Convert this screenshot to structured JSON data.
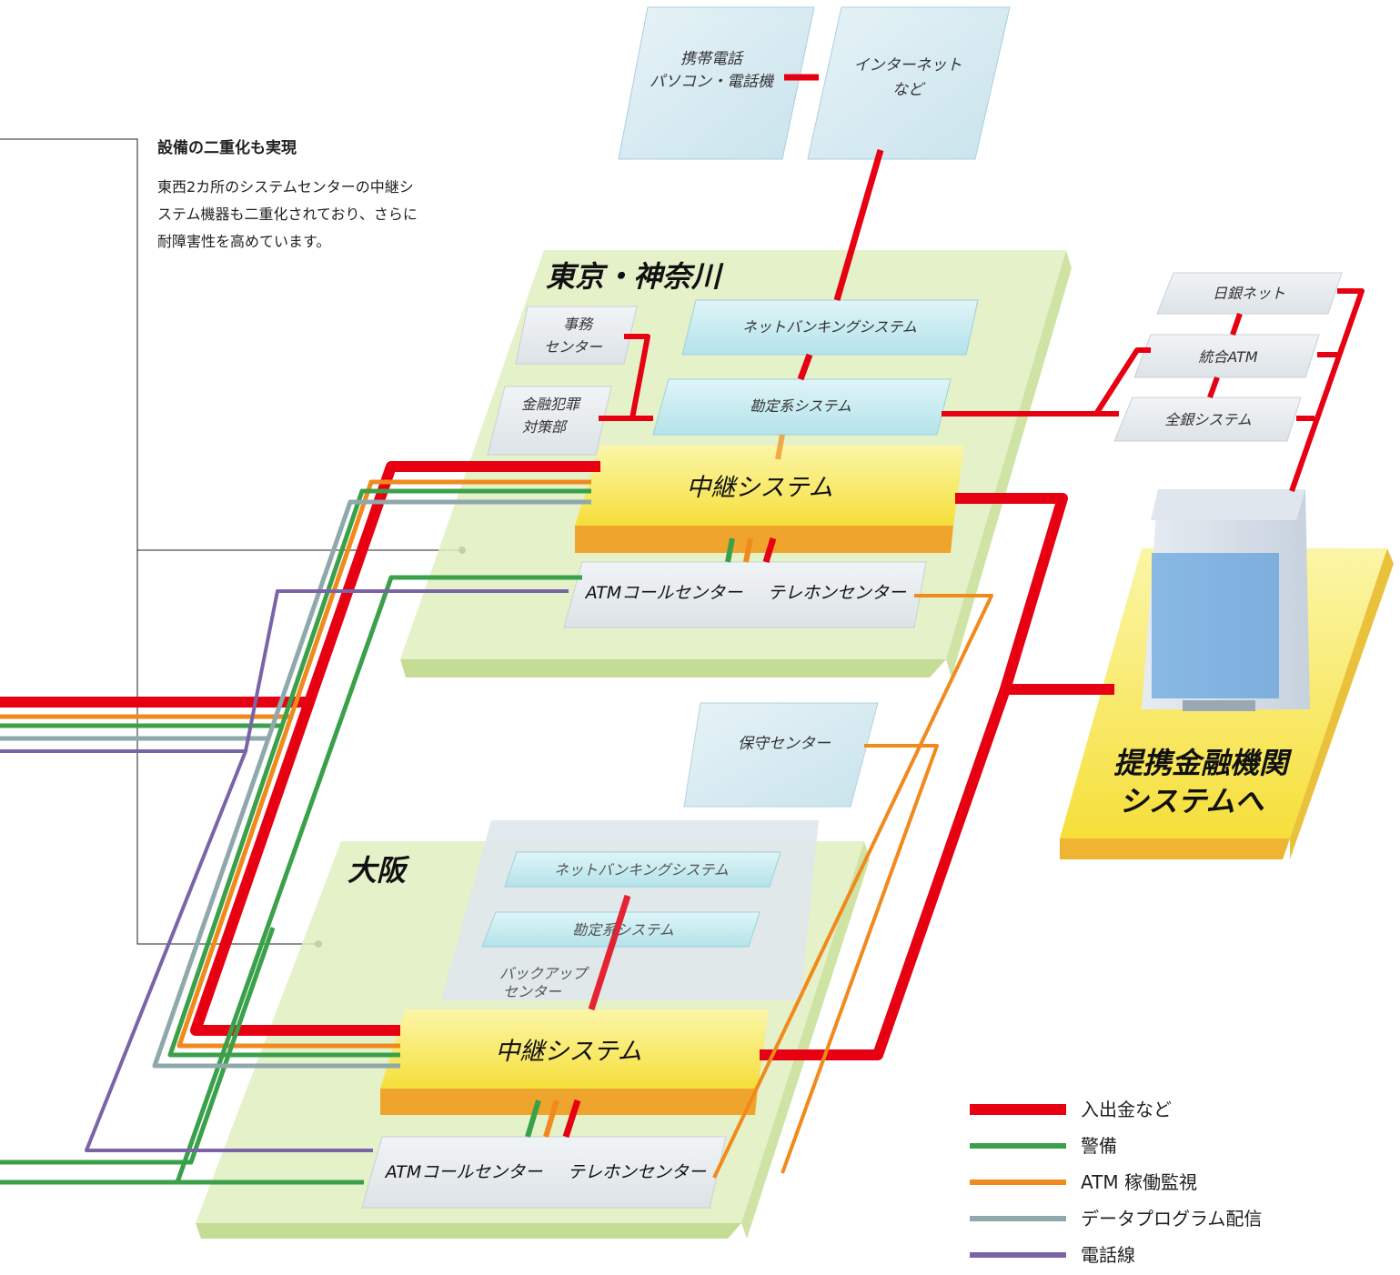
{
  "note": {
    "title": "設備の二重化も実現",
    "lines": [
      "東西2カ所のシステムセンターの中継シ",
      "ステム機器も二重化されており、さらに",
      "耐障害性を高めています。"
    ]
  },
  "top_boxes": {
    "mobile": [
      "携帯電話",
      "パソコン・電話機"
    ],
    "internet": [
      "インターネット",
      "など"
    ]
  },
  "tokyo": {
    "region_label": "東京・神奈川",
    "net_banking": "ネットバンキングシステム",
    "accounting": "勘定系システム",
    "office_center": [
      "事務",
      "センター"
    ],
    "fraud_dept": [
      "金融犯罪",
      "対策部"
    ],
    "relay": "中継システム",
    "atm_call": "ATMコールセンター",
    "telephone": "テレホンセンター"
  },
  "osaka": {
    "region_label": "大阪",
    "net_banking": "ネットバンキングシステム",
    "accounting": "勘定系システム",
    "backup": [
      "バックアップ",
      "センター"
    ],
    "relay": "中継システム",
    "atm_call": "ATMコールセンター",
    "telephone": "テレホンセンター"
  },
  "external": {
    "boj_net": "日銀ネット",
    "integrated_atm": "統合ATM",
    "zengin": "全銀システム",
    "maintenance": "保守センター",
    "partner": [
      "提携金融機関",
      "システムへ"
    ]
  },
  "legend": [
    {
      "label": "入出金など",
      "color": "#e60012"
    },
    {
      "label": "警備",
      "color": "#3aa14a"
    },
    {
      "label": "ATM 稼働監視",
      "color": "#f08a1d"
    },
    {
      "label": "データプログラム配信",
      "color": "#8fa8ab"
    },
    {
      "label": "電話線",
      "color": "#7a63a6"
    }
  ]
}
